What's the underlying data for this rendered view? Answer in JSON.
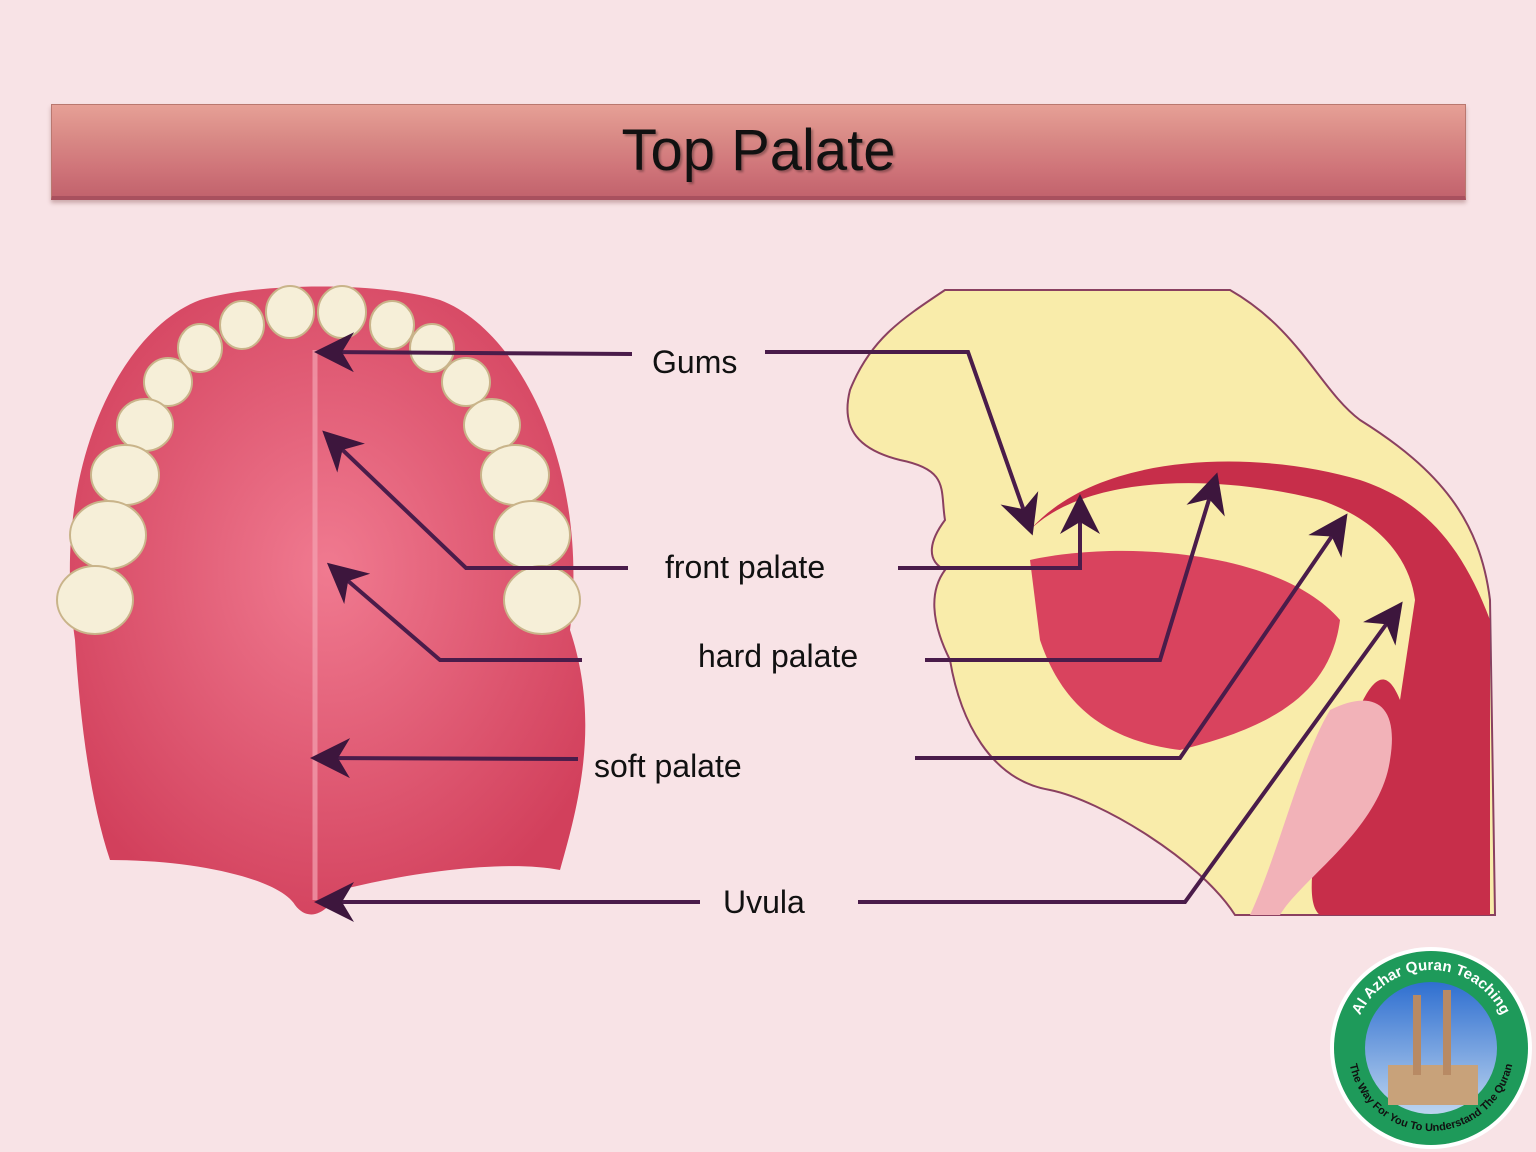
{
  "title": "Top Palate",
  "labels": {
    "gums": "Gums",
    "front_palate": "front palate",
    "hard_palate": "hard  palate",
    "soft_palate": "soft palate",
    "uvula": "Uvula"
  },
  "logo": {
    "top_text": "Al Azhar Quran Teaching",
    "bottom_text": "The Way For You To Understand The Quran"
  },
  "colors": {
    "background": "#f8e3e6",
    "title_bar": "#d98a86",
    "arrow": "#4a1c4a",
    "tissue": "#d9435e",
    "skin": "#f8e8a8",
    "logo_ring": "#1e9a5a"
  }
}
